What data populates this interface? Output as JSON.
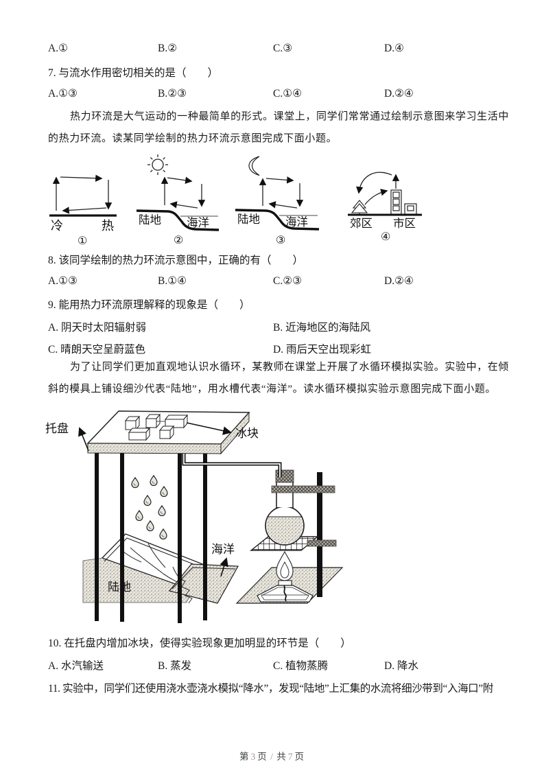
{
  "prev_options": [
    "A.①",
    "B.②",
    "C.③",
    "D.④"
  ],
  "q7": {
    "stem": "7. 与流水作用密切相关的是（　　）",
    "options": [
      "A.①③",
      "B.②③",
      "C.①④",
      "D.②④"
    ]
  },
  "passage1": "热力环流是大气运动的一种最简单的形式。课堂上，同学们常常通过绘制示意图来学习生活中的热力环流。读某同学绘制的热力环流示意图完成下面小题。",
  "thermal": {
    "d1": {
      "left": "冷",
      "right": "热",
      "num": "①"
    },
    "d2": {
      "left": "陆地",
      "right": "海洋",
      "num": "②"
    },
    "d3": {
      "left": "陆地",
      "right": "海洋",
      "num": "③"
    },
    "d4": {
      "left": "郊区",
      "right": "市区",
      "num": "④"
    }
  },
  "q8": {
    "stem": "8. 该同学绘制的热力环流示意图中，正确的有（　　）",
    "options": [
      "A.①③",
      "B.①④",
      "C.②③",
      "D.②④"
    ]
  },
  "q9": {
    "stem": "9. 能用热力环流原理解释的现象是（　　）",
    "options": [
      "A. 阴天时太阳辐射弱",
      "B. 近海地区的海陆风",
      "C. 晴朗天空呈蔚蓝色",
      "D. 雨后天空出现彩虹"
    ]
  },
  "passage2": "为了让同学们更加直观地认识水循环，某教师在课堂上开展了水循环模拟实验。实验中，在倾斜的模具上铺设细沙代表“陆地”，用水槽代表“海洋”。读水循环模拟实验示意图完成下面小题。",
  "experiment": {
    "tray": "托盘",
    "ice": "冰块",
    "ocean": "海洋",
    "land": "陆地"
  },
  "q10": {
    "stem": "10. 在托盘内增加冰块，使得实验现象更加明显的环节是（　　）",
    "options": [
      "A. 水汽输送",
      "B. 蒸发",
      "C. 植物蒸腾",
      "D. 降水"
    ]
  },
  "q11": {
    "stem": "11. 实验中，同学们还使用浇水壶浇水模拟“降水”，发现“陆地”上汇集的水流将细沙带到“入海口”附"
  },
  "footer": {
    "l1": "第",
    "page": "3",
    "l2": "页",
    "sep": "/",
    "l3": "共",
    "total": "7",
    "l4": "页"
  },
  "colors": {
    "text": "#1a1a1a",
    "footer_number": "#a8968c"
  }
}
